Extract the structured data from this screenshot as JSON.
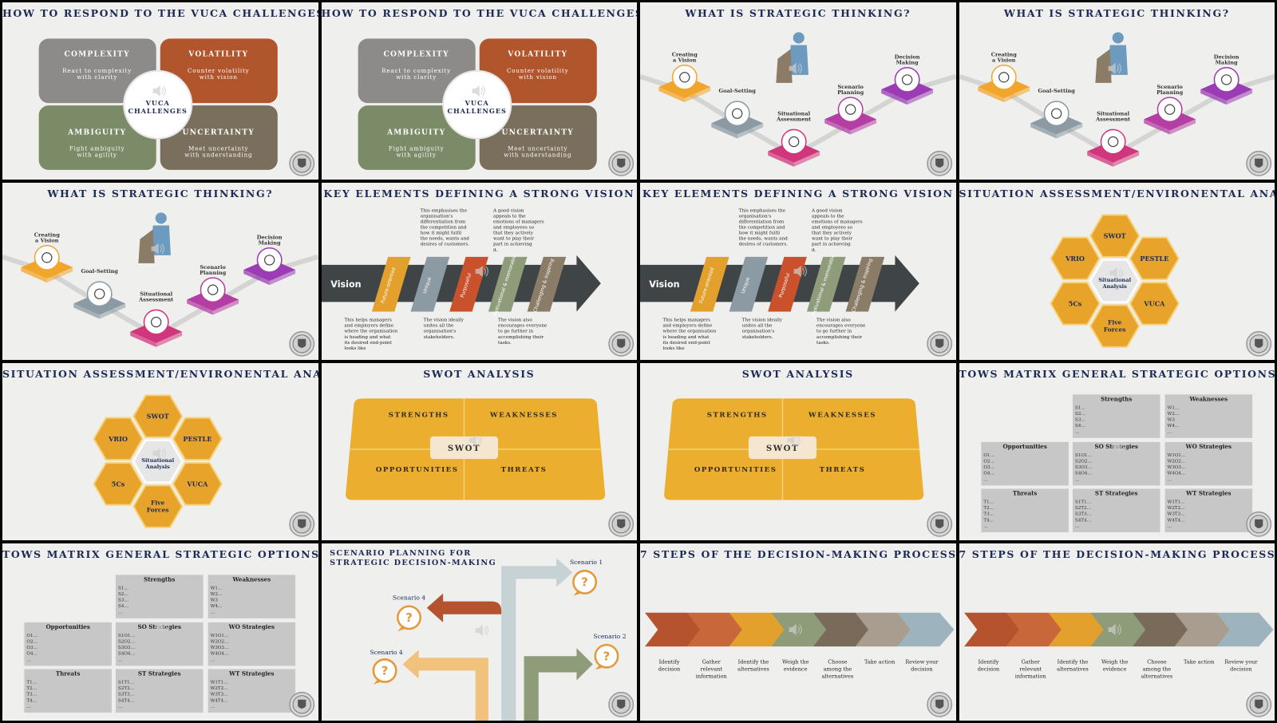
{
  "vuca": {
    "title": "HOW TO RESPOND TO THE VUCA CHALLENGES?",
    "center": [
      "VUCA",
      "CHALLENGES"
    ],
    "quadrants": [
      {
        "name": "COMPLEXITY",
        "l1": "React to complexity",
        "l2": "with clarity",
        "color": "#8c8b89"
      },
      {
        "name": "VOLATILITY",
        "l1": "Counter volatility",
        "l2": "with vision",
        "color": "#b1552c"
      },
      {
        "name": "AMBIGUITY",
        "l1": "Fight ambiguity",
        "l2": "with agility",
        "color": "#7b8a67"
      },
      {
        "name": "UNCERTAINTY",
        "l1": "Meet uncertainty",
        "l2": "with understanding",
        "color": "#7a6f5c"
      }
    ]
  },
  "strategic": {
    "title": "WHAT IS STRATEGIC THINKING?",
    "steps": [
      {
        "l1": "Creating",
        "l2": "a Vision",
        "icon": "binoculars-icon",
        "color": "#f1a52b"
      },
      {
        "l1": "Goal-Setting",
        "l2": "",
        "icon": "target-icon",
        "color": "#8c9aa3"
      },
      {
        "l1": "Situational",
        "l2": "Assessment",
        "icon": "magnifier-icon",
        "color": "#d0367c"
      },
      {
        "l1": "Scenario",
        "l2": "Planning",
        "icon": "chart-icon",
        "color": "#b43ea3"
      },
      {
        "l1": "Decision",
        "l2": "Making",
        "icon": "head-gear-icon",
        "color": "#9b3cb4"
      }
    ]
  },
  "vision": {
    "title": "KEY ELEMENTS DEFINING A STRONG VISION",
    "label": "Vision",
    "strips": [
      "Future-oriented",
      "Unique",
      "Purposeful",
      "Motivational & memorable",
      "Challenging & inspiring"
    ],
    "top_notes": [
      "This emphasises the organisation's differentiation from the competition and how it might fulfil the needs, wants and desires of customers.",
      "A good vision appeals to the emotions of managers and employees so that they actively want to play their part in achieving it."
    ],
    "bottom_notes": [
      "This helps managers and employers define where the organisation is heading and what its desired end-point looks like",
      "The vision ideally unites all the organisation's stakeholders.",
      "The vision also encourages everyone to go further in accomplishing their tasks."
    ]
  },
  "situation": {
    "title": "SITUATION ASSESSMENT/ENVIRONENTAL ANALYSIS",
    "center": [
      "Situational",
      "Analysis"
    ],
    "hexes": [
      "SWOT",
      "PESTLE",
      "VUCA",
      "Five Forces",
      "5Cs",
      "VRIO"
    ]
  },
  "swot": {
    "title": "SWOT ANALYSIS",
    "center": "SWOT",
    "cells": [
      "STRENGTHS",
      "WEAKNESSES",
      "OPPORTUNITIES",
      "THREATS"
    ]
  },
  "tows": {
    "title": "TOWS MATRIX GENERAL STRATEGIC OPTIONS",
    "header_cols": [
      "Strengths",
      "Weaknesses"
    ],
    "strength_items": [
      "S1…",
      "S2…",
      "S3…",
      "S4…",
      "…"
    ],
    "weakness_items": [
      "W1…",
      "W2…",
      "W3",
      "W4…",
      "…"
    ],
    "rows": [
      {
        "label": "Opportunities",
        "items": [
          "O1…",
          "O2…",
          "O3…",
          "O4…",
          "…"
        ],
        "c1": "SO Strategies",
        "c1_items": [
          "S1O1…",
          "S2O2…",
          "S3O3…",
          "S4O4…",
          "…"
        ],
        "c2": "WO Strategies",
        "c2_items": [
          "W1O1…",
          "W2O2…",
          "W3O3…",
          "W4O4…",
          "…"
        ]
      },
      {
        "label": "Threats",
        "items": [
          "T1…",
          "T2…",
          "T3…",
          "T4…",
          "…"
        ],
        "c1": "ST Strategies",
        "c1_items": [
          "S1T1…",
          "S2T2…",
          "S3T3…",
          "S4T4…",
          "…"
        ],
        "c2": "WT Strategies",
        "c2_items": [
          "W1T1…",
          "W2T2…",
          "W3T3…",
          "W4T4…",
          "…"
        ]
      }
    ]
  },
  "scenario": {
    "title_l1": "SCENARIO PLANNING FOR",
    "title_l2": "STRATEGIC DECISION-MAKING",
    "labels": [
      "Scenario 1",
      "Scenario 2",
      "Scenario 4",
      "Scenario 4"
    ],
    "badge": "?"
  },
  "steps7": {
    "title": "7 STEPS OF THE DECISION-MAKING PROCESS",
    "steps": [
      {
        "l1": "Identify",
        "l2": "decision",
        "l3": "",
        "color": "#b5532e"
      },
      {
        "l1": "Gather",
        "l2": "relevant",
        "l3": "information",
        "color": "#c8683a"
      },
      {
        "l1": "Identify the",
        "l2": "alternatives",
        "l3": "",
        "color": "#e3a02c"
      },
      {
        "l1": "Weigh the",
        "l2": "evidence",
        "l3": "",
        "color": "#8e9c79"
      },
      {
        "l1": "Choose",
        "l2": "among the",
        "l3": "alternatives",
        "color": "#7a6a59"
      },
      {
        "l1": "Take action",
        "l2": "",
        "l3": "",
        "color": "#a89d8e"
      },
      {
        "l1": "Review your",
        "l2": "decision",
        "l3": "",
        "color": "#9db3bd"
      }
    ]
  },
  "colors": {
    "title": "#1c2a55",
    "orange": "#e8a32b",
    "tile_bg": "#efefee"
  },
  "icons": {
    "speaker": "speaker-icon",
    "logo": "crest-logo-icon"
  }
}
